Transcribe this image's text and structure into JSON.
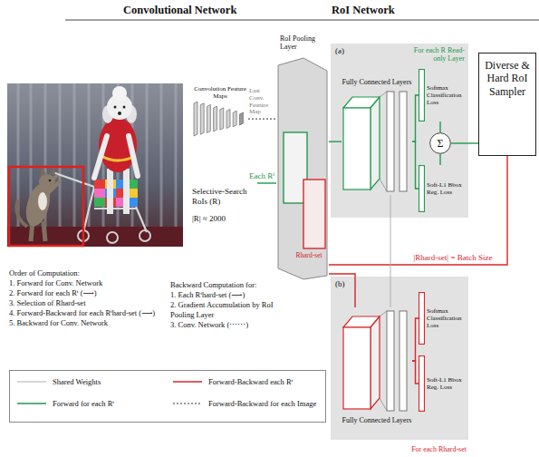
{
  "diagram": {
    "nodes": [
      {
        "text": [
          "Convolution Feature Maps"
        ]
      },
      {
        "text": [
          "Selective-Search RoIs (R)",
          "|R| ≈ 2000"
        ]
      },
      {
        "text": [
          "RoI Pooling Layer"
        ]
      },
      {
        "text": [
          "(a)",
          "For each R Read-only Layer"
        ]
      },
      {
        "text": [
          "Fully Connected Layers"
        ],
        "in": 3
      },
      {
        "text": [
          "Softmax Classification Loss"
        ],
        "in": 3
      },
      {
        "text": [
          "Soft-L1 Bbox Reg. Loss"
        ],
        "in": 3
      },
      {
        "text": [
          "Σ"
        ],
        "in": 3
      },
      {
        "text": [
          "Diverse & Hard RoI Sampler"
        ]
      },
      {
        "text": [
          "(b)",
          "For each Rhard-set"
        ]
      },
      {
        "text": [
          "Fully Connected Layers"
        ],
        "in": 9
      },
      {
        "text": [
          "Softmax Classification Loss"
        ],
        "in": 9
      },
      {
        "text": [
          "Soft-L1 Bbox Reg. Loss"
        ],
        "in": 9
      }
    ],
    "edges": [
      {
        "from": 0,
        "to": 2,
        "label": "Last Conv. Feature Map",
        "arrow": "none"
      },
      {
        "from": 1,
        "to": 2,
        "label": "Each Rⁱ",
        "arrow": "none"
      },
      {
        "from": 2,
        "to": 4,
        "arrow": "none"
      },
      {
        "from": 4,
        "to": 5,
        "arrow": "none"
      },
      {
        "from": 4,
        "to": 6,
        "arrow": "none"
      },
      {
        "from": 5,
        "to": 7,
        "arrow": "none"
      },
      {
        "from": 6,
        "to": 7,
        "arrow": "none"
      },
      {
        "from": 7,
        "to": 8,
        "arrow": "none"
      },
      {
        "from": 8,
        "to": 2,
        "label": "|Rhard-set| = Batch Size",
        "arrow": "none"
      },
      {
        "from": 2,
        "to": 10,
        "arrow": "none"
      },
      {
        "from": 10,
        "to": 11,
        "arrow": "none"
      },
      {
        "from": 10,
        "to": 12,
        "arrow": "none"
      },
      {
        "from": 4,
        "to": 10,
        "arrow": "none"
      }
    ],
    "labels": [
      "Convolutional Network",
      "RoI Network",
      "Rhard-set",
      "Order of Computation:",
      "1. Forward for Conv. Network",
      "2. Forward for each Rⁱ (⟶)",
      "3. Selection of Rhard-set",
      "4. Forward-Backward for each Rⁱhard-set (⟶)",
      "5. Backward for Conv. Network",
      "Backward Computation for:",
      "1. Each Rⁱhard-set (⟶)",
      "2. Gradient Accumulation by RoI Pooling Layer",
      "3. Conv. Network (⋯⋯)"
    ],
    "legend": [
      {
        "text": "Shared Weights"
      },
      {
        "text": "Forward-Backward each Rⁱ"
      },
      {
        "text": "Forward for each Rⁱ"
      },
      {
        "text": "Forward-Backward for each Image"
      }
    ]
  }
}
